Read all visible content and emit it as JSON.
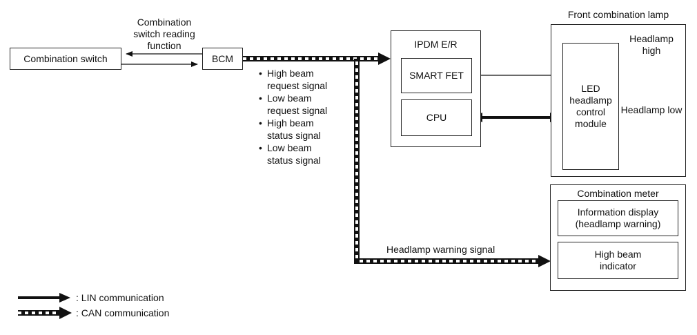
{
  "blocks": {
    "combination_switch": "Combination switch",
    "bcm": "BCM",
    "ipdm": {
      "title": "IPDM E/R",
      "smart_fet": "SMART FET",
      "cpu": "CPU"
    },
    "front_lamp": {
      "title": "Front combination lamp",
      "led_module": "LED headlamp control module",
      "headlamp_high": "Headlamp high",
      "headlamp_low": "Headlamp low"
    },
    "combination_meter": {
      "title": "Combination meter",
      "info_display": "Information display (headlamp warning)",
      "high_beam_indicator": "High beam indicator"
    }
  },
  "annotations": {
    "switch_reading": "Combination switch reading function",
    "signals": [
      "High beam request signal",
      "Low beam request signal",
      "High beam status signal",
      "Low beam status signal"
    ],
    "headlamp_warning": "Headlamp warning signal"
  },
  "legend": {
    "lin": ": LIN communication",
    "can": ": CAN communication"
  }
}
